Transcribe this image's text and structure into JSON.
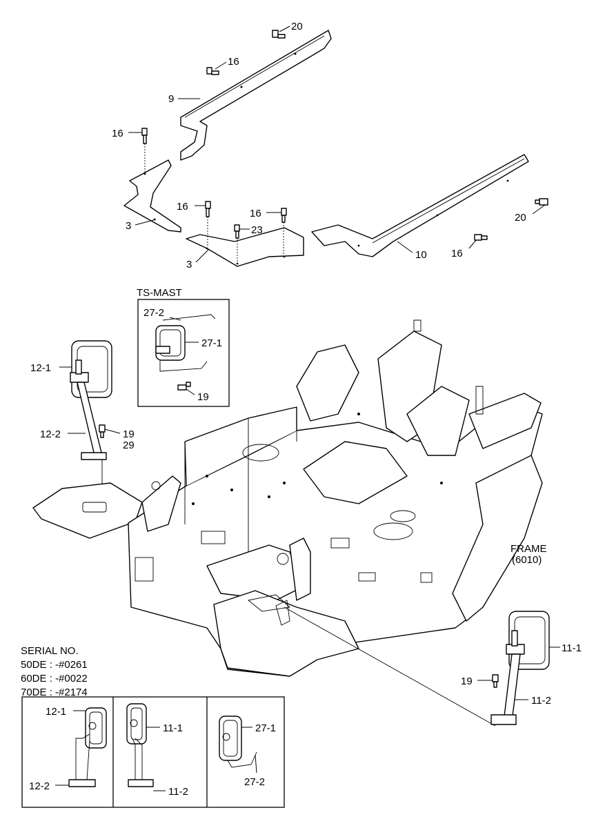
{
  "callouts": {
    "c20a": "20",
    "c16a": "16",
    "c9": "9",
    "c16b": "16",
    "c3a": "3",
    "c16c": "16",
    "c16d": "16",
    "c23": "23",
    "c3b": "3",
    "c20b": "20",
    "c16e": "16",
    "c10": "10",
    "c27_2": "27-2",
    "c27_1": "27-1",
    "c19a": "19",
    "c12_1": "12-1",
    "c12_2": "12-2",
    "c19b": "19",
    "c29": "29",
    "c11_1": "11-1",
    "c19c": "19",
    "c11_2": "11-2",
    "b1_12_1": "12-1",
    "b1_12_2": "12-2",
    "b2_11_1": "11-1",
    "b2_11_2": "11-2",
    "b3_27_1": "27-1",
    "b3_27_2": "27-2"
  },
  "ts_mast_label": "TS-MAST",
  "frame_label": {
    "line1": "FRAME",
    "line2": "(6010)"
  },
  "serial": {
    "title": "SERIAL NO.",
    "line1": "50DE : -#0261",
    "line2": "60DE : -#0022",
    "line3": "70DE : -#2174"
  }
}
